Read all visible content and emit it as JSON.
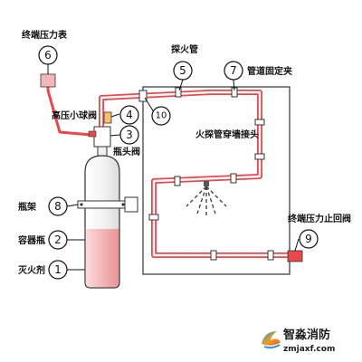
{
  "labels": {
    "end_pressure_gauge": "终端压力表",
    "detector_tube": "探火管",
    "pipe_clamp": "管道固定夹",
    "hp_ball_valve": "高压小球阀",
    "cylinder_valve": "瓶头阀",
    "wall_penetration_joint": "火探管穿墙接头",
    "bracket": "瓶架",
    "cylinder": "容器瓶",
    "extinguishing_agent": "灭火剂",
    "end_pressure_stop_valve": "终端压力止回阀"
  },
  "markers": {
    "gauge": "6",
    "tube": "5",
    "clamp": "7",
    "ball_valve": "4",
    "joint": "10",
    "cylinder_valve": "3",
    "bracket": "8",
    "cylinder": "2",
    "agent": "1",
    "stop_valve": "9"
  },
  "brand": {
    "name": "智淼消防",
    "url": "zmjaxf.com"
  },
  "colors": {
    "tube": "#e8474c",
    "tube_light": "#f7b3b5",
    "line": "#111111"
  }
}
